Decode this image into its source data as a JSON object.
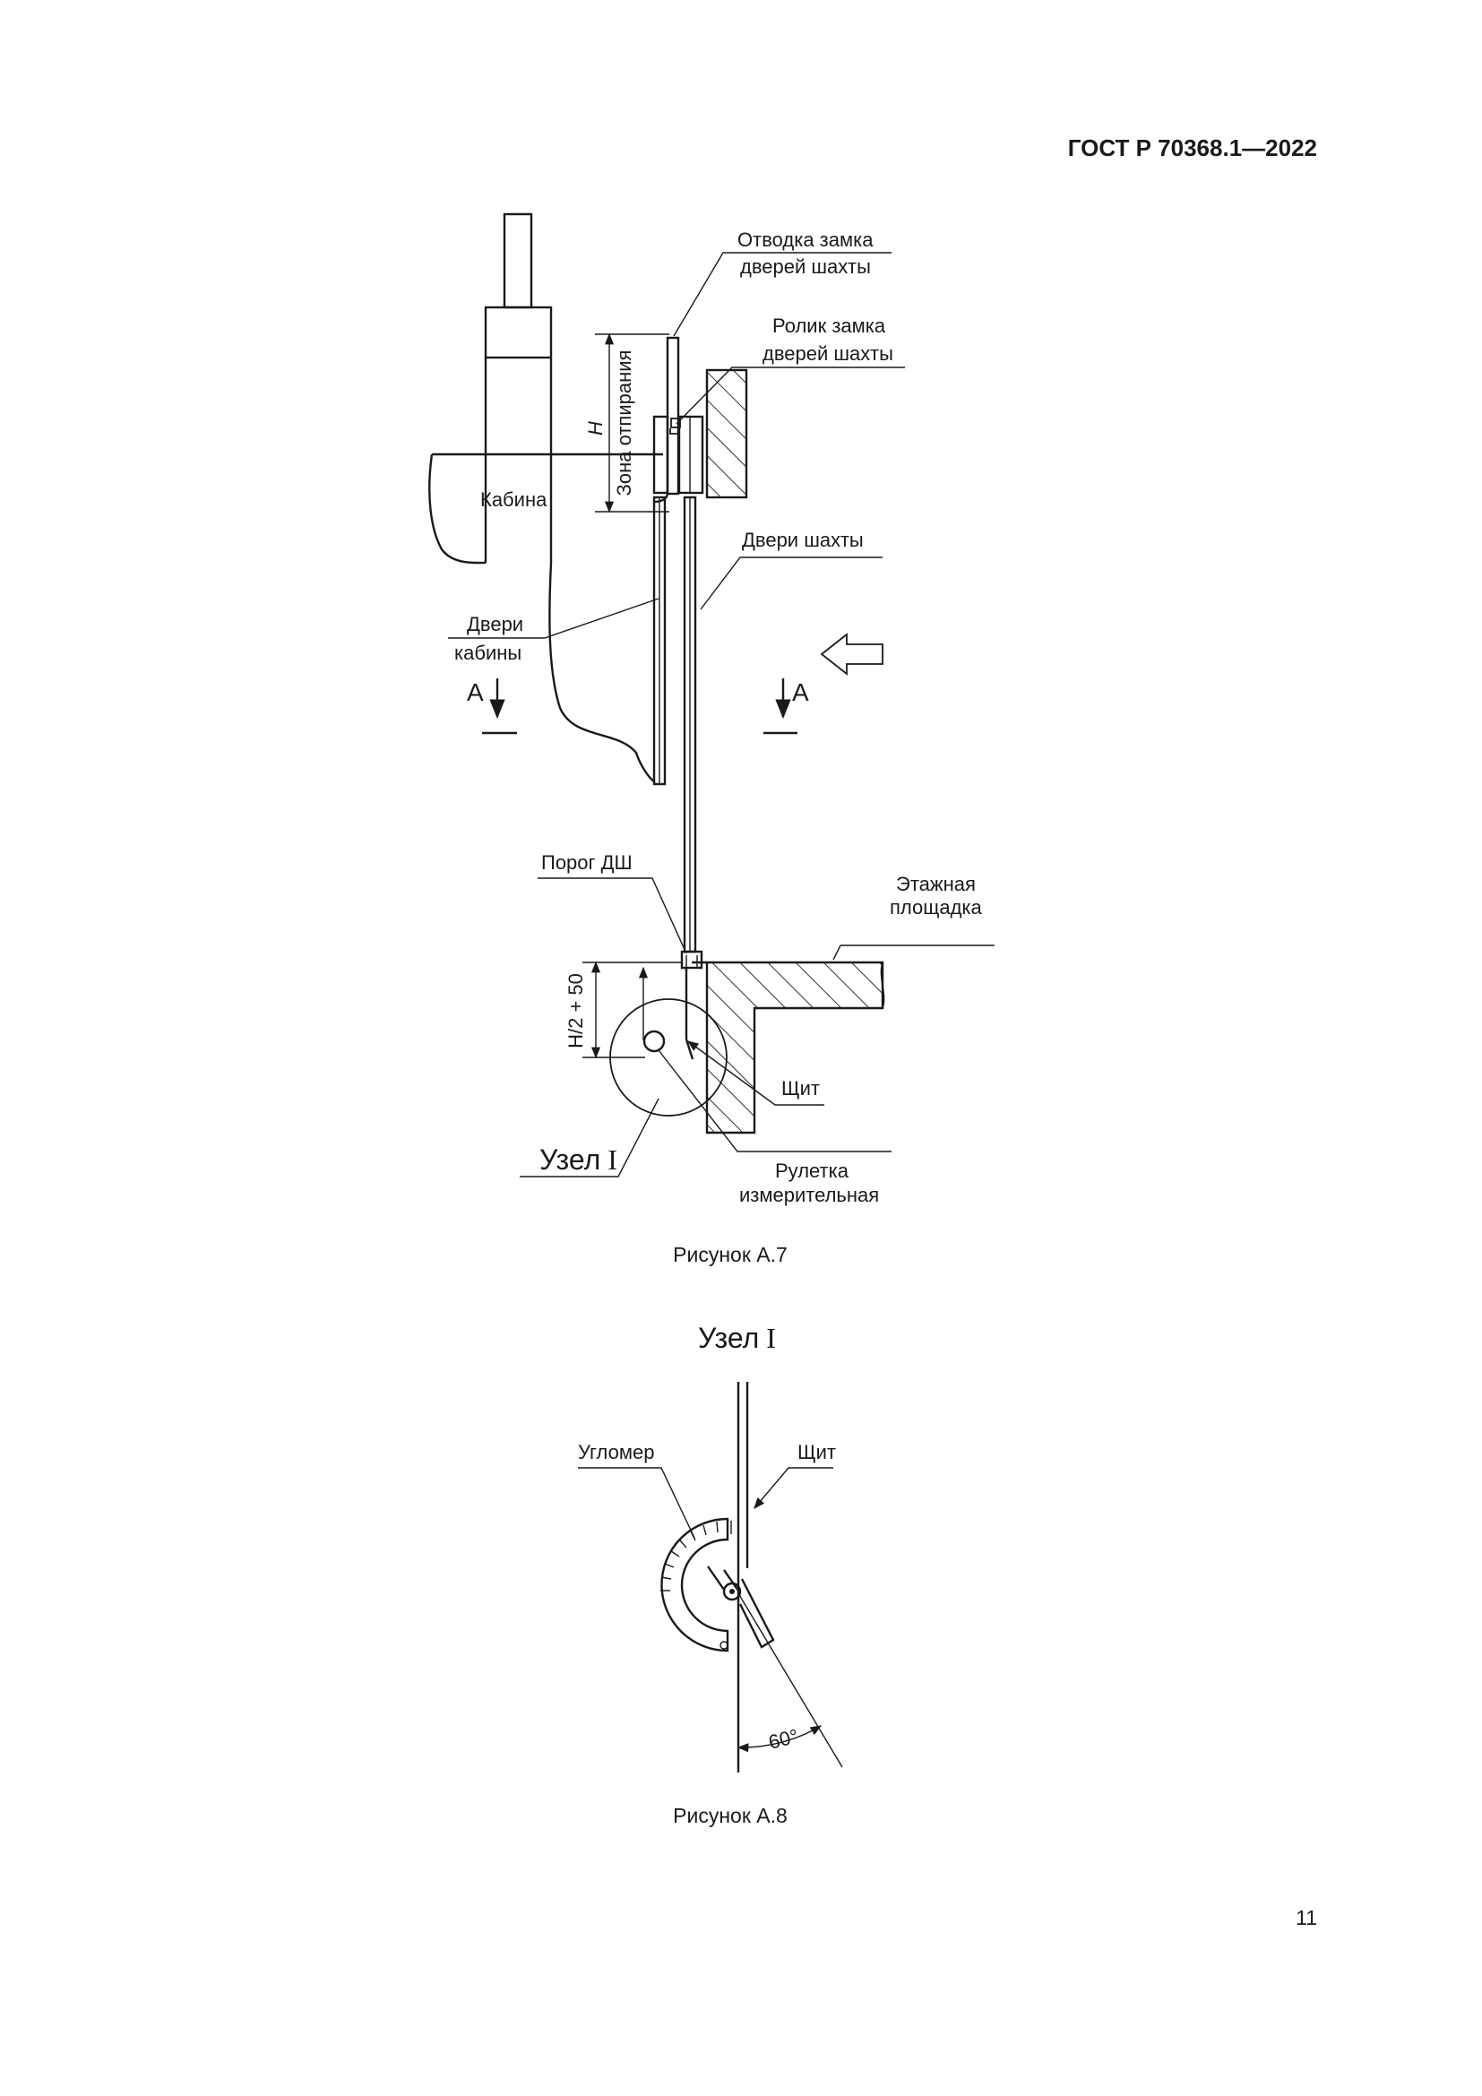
{
  "header": {
    "standard": "ГОСТ Р 70368.1—2022"
  },
  "figure_a7": {
    "caption": "Рисунок А.7",
    "labels": {
      "otvodka_line1": "Отводка замка",
      "otvodka_line2": "дверей шахты",
      "rolik_line1": "Ролик замка",
      "rolik_line2": "дверей шахты",
      "dim_h": "H",
      "zone": "Зона отпирания",
      "cabin": "Кабина",
      "shaft_doors": "Двери шахты",
      "cabin_doors_line1": "Двери",
      "cabin_doors_line2": "кабины",
      "section_left": "А",
      "section_right": "А",
      "threshold": "Порог ДШ",
      "landing_line1": "Этажная",
      "landing_line2": "площадка",
      "dim_h2": "H/2 + 50",
      "shield": "Щит",
      "tape_line1": "Рулетка",
      "tape_line2": "измерительная",
      "node_prefix": "Узел",
      "node_numeral": "I"
    }
  },
  "figure_a8": {
    "caption": "Рисунок А.8",
    "title_prefix": "Узел",
    "title_numeral": "I",
    "labels": {
      "protractor": "Угломер",
      "shield": "Щит",
      "angle": "60°"
    }
  },
  "page_number": "11"
}
